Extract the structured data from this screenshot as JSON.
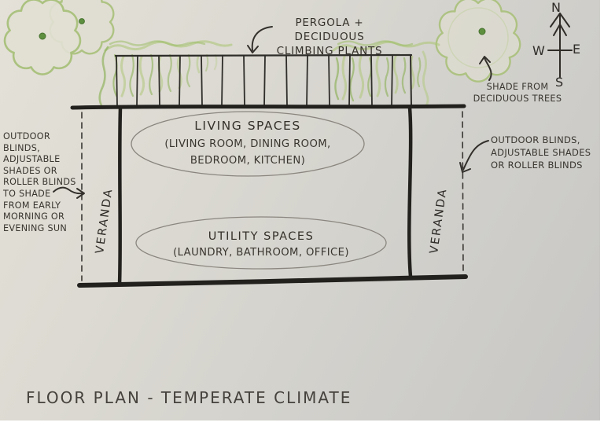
{
  "title": "FLOOR PLAN - TEMPERATE CLIMATE",
  "compass": {
    "north": "N",
    "south": "S",
    "east": "E",
    "west": "W"
  },
  "pergola_label": "PERGOLA + DECIDUOUS\nCLIMBING PLANTS",
  "shade_label": "SHADE FROM\nDECIDUOUS TREES",
  "left_blinds_note": "OUTDOOR BLINDS,\nADJUSTABLE\nSHADES OR\nROLLER BLINDS\nTO SHADE\nFROM EARLY\nMORNING OR\nEVENING SUN",
  "right_blinds_note": "OUTDOOR BLINDS,\nADJUSTABLE SHADES\nOR ROLLER BLINDS",
  "veranda_left": "VERANDA",
  "veranda_right": "VERANDA",
  "living_spaces": {
    "heading": "LIVING SPACES",
    "detail": "(LIVING ROOM, DINING ROOM,\nBEDROOM, KITCHEN)"
  },
  "utility_spaces": {
    "heading": "UTILITY SPACES",
    "detail": "(LAUNDRY, BATHROOM, OFFICE)"
  },
  "colors": {
    "ink": "#23211e",
    "handwriting": "#39352f",
    "oval_stroke": "#8a867f",
    "tree_outline": "#a8c07a",
    "plant_green_light": "#aec779",
    "plant_green_dark": "#8cb158",
    "tree_dot": "#5d8f3f",
    "paper_light": "#e4e1d8",
    "paper_dark": "#c7c6c4"
  }
}
